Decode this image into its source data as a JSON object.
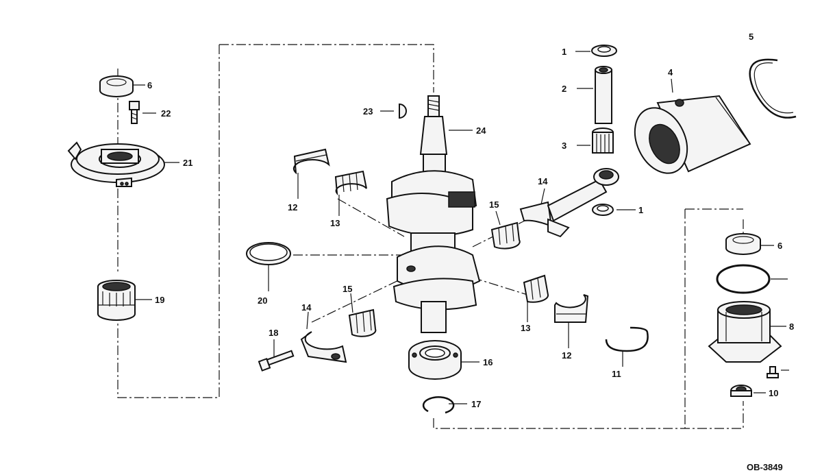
{
  "labels": {
    "l1a": "1",
    "l1b": "1",
    "l2": "2",
    "l3": "3",
    "l4": "4",
    "l5": "5",
    "l6a": "6",
    "l6b": "6",
    "l8": "8",
    "l10": "10",
    "l11": "11",
    "l12a": "12",
    "l12b": "12",
    "l13a": "13",
    "l13b": "13",
    "l14a": "14",
    "l14b": "14",
    "l15a": "15",
    "l15b": "15",
    "l16": "16",
    "l17": "17",
    "l18": "18",
    "l19": "19",
    "l20": "20",
    "l21": "21",
    "l22": "22",
    "l23": "23",
    "l24": "24"
  },
  "drawing_code": "OB-3849"
}
